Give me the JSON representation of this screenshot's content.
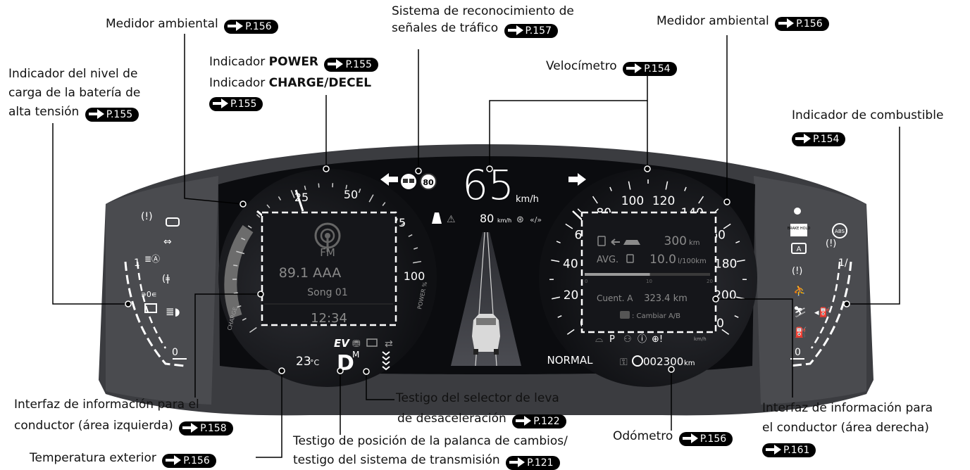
{
  "ref_prefix": "P.",
  "labels": {
    "medidor_ambiental_izq": {
      "text": "Medidor ambiental",
      "page": "156"
    },
    "sistema_senales_l1": "Sistema de reconocimiento de",
    "sistema_senales_l2": "señales de tráfico",
    "sistema_senales_page": "157",
    "medidor_ambiental_der": {
      "text": "Medidor ambiental",
      "page": "156"
    },
    "indicador_power_prefix": "Indicador",
    "indicador_power_bold": "POWER",
    "indicador_power_page": "155",
    "indicador_charge_prefix": "Indicador",
    "indicador_charge_bold": "CHARGE/DECEL",
    "indicador_charge_page": "155",
    "velocimetro": {
      "text": "Velocímetro",
      "page": "154"
    },
    "bateria_l1": "Indicador del nivel de",
    "bateria_l2": "carga de la batería de",
    "bateria_l3": "alta tensión",
    "bateria_page": "155",
    "combustible": {
      "text": "Indicador de combustible",
      "page": "154"
    },
    "interfaz_izq_l1": "Interfaz de información para el",
    "interfaz_izq_l2": "conductor (área izquierda)",
    "interfaz_izq_page": "158",
    "testigo_leva_l1": "Testigo del selector de leva",
    "testigo_leva_l2": "de desaceleración",
    "testigo_leva_page": "122",
    "interfaz_der_l1": "Interfaz de información para",
    "interfaz_der_l2": "el conductor (área derecha)",
    "interfaz_der_page": "161",
    "odometro": {
      "text": "Odómetro",
      "page": "156"
    },
    "temperatura": {
      "text": "Temperatura exterior",
      "page": "156"
    },
    "testigo_pos_l1": "Testigo de posición de la palanca de cambios/",
    "testigo_pos_l2": "testigo del sistema de transmisión",
    "testigo_pos_page": "121"
  },
  "cluster": {
    "speed": "65",
    "speed_unit": "km/h",
    "acc_speed": "80",
    "acc_unit": "km/h",
    "sign_limit": "80",
    "left_gauge_ticks": [
      "25",
      "50",
      "75",
      "100"
    ],
    "left_gauge_charge": "CHARGE",
    "left_gauge_power": "POWER %",
    "speedo_ticks": [
      "0",
      "20",
      "40",
      "60",
      "80",
      "100",
      "120",
      "140",
      "160",
      "180",
      "200",
      "220"
    ],
    "speedo_unit": "km/h",
    "audio": {
      "band": "FM",
      "station": "89.1 AAA",
      "song": "Song 01",
      "clock": "12:34"
    },
    "trip": {
      "range_value": "300",
      "range_unit": "km",
      "avg_label": "AVG.",
      "avg_value": "10.0",
      "avg_unit": "l/100km",
      "bar_min": "0",
      "bar_mid": "10",
      "bar_max": "20",
      "bar_fill_fraction": 0.52,
      "trip_label": "Cuent. A",
      "trip_value": "323.4 km",
      "switch_label": ": Cambiar A/B"
    },
    "ev_label": "EV",
    "gear": "D",
    "gear_mode": "M",
    "outside_temp": "23",
    "temp_unit": "°C",
    "drive_mode": "NORMAL",
    "odometer": "002300",
    "odo_unit": "km",
    "battery_gauge_top": "1",
    "battery_gauge_bottom": "0",
    "fuel_gauge_top": "1/",
    "fuel_gauge_bottom": "0",
    "brake_hold": "BRAKE HOLD",
    "abs": "ABS",
    "auto_a": "A"
  },
  "colors": {
    "cluster_bg": "#0c0d10",
    "bezel": "#3a3b3f",
    "accent_white": "#f2f2f2",
    "dim_text": "#9a9a9a",
    "ref_bg": "#000000"
  }
}
